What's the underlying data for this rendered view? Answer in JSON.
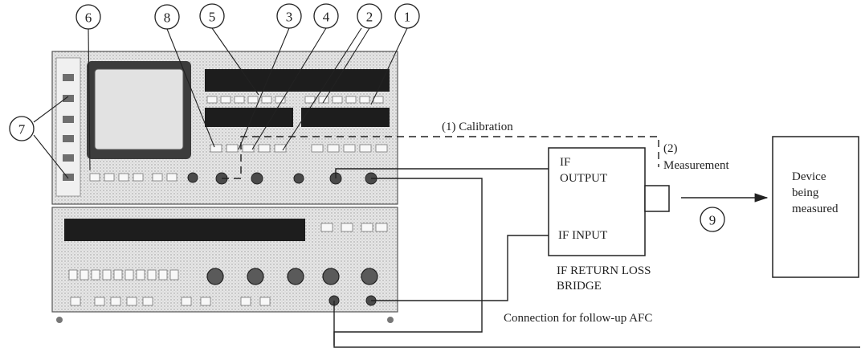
{
  "callouts": [
    {
      "id": "1",
      "label": "1"
    },
    {
      "id": "2",
      "label": "2"
    },
    {
      "id": "3",
      "label": "3"
    },
    {
      "id": "4",
      "label": "4"
    },
    {
      "id": "5",
      "label": "5"
    },
    {
      "id": "6",
      "label": "6"
    },
    {
      "id": "7",
      "label": "7"
    },
    {
      "id": "8",
      "label": "8"
    },
    {
      "id": "9",
      "label": "9"
    }
  ],
  "paths": {
    "calibration": "(1)  Calibration",
    "measurement_num": "(2)",
    "measurement": "Measurement"
  },
  "bridge": {
    "if_output_line1": "IF",
    "if_output_line2": "OUTPUT",
    "if_input": "IF INPUT",
    "name_line1": "IF RETURN LOSS",
    "name_line2": "BRIDGE"
  },
  "device": {
    "line1": "Device",
    "line2": "being",
    "line3": "measured"
  },
  "afc_note": "Connection for follow-up AFC"
}
